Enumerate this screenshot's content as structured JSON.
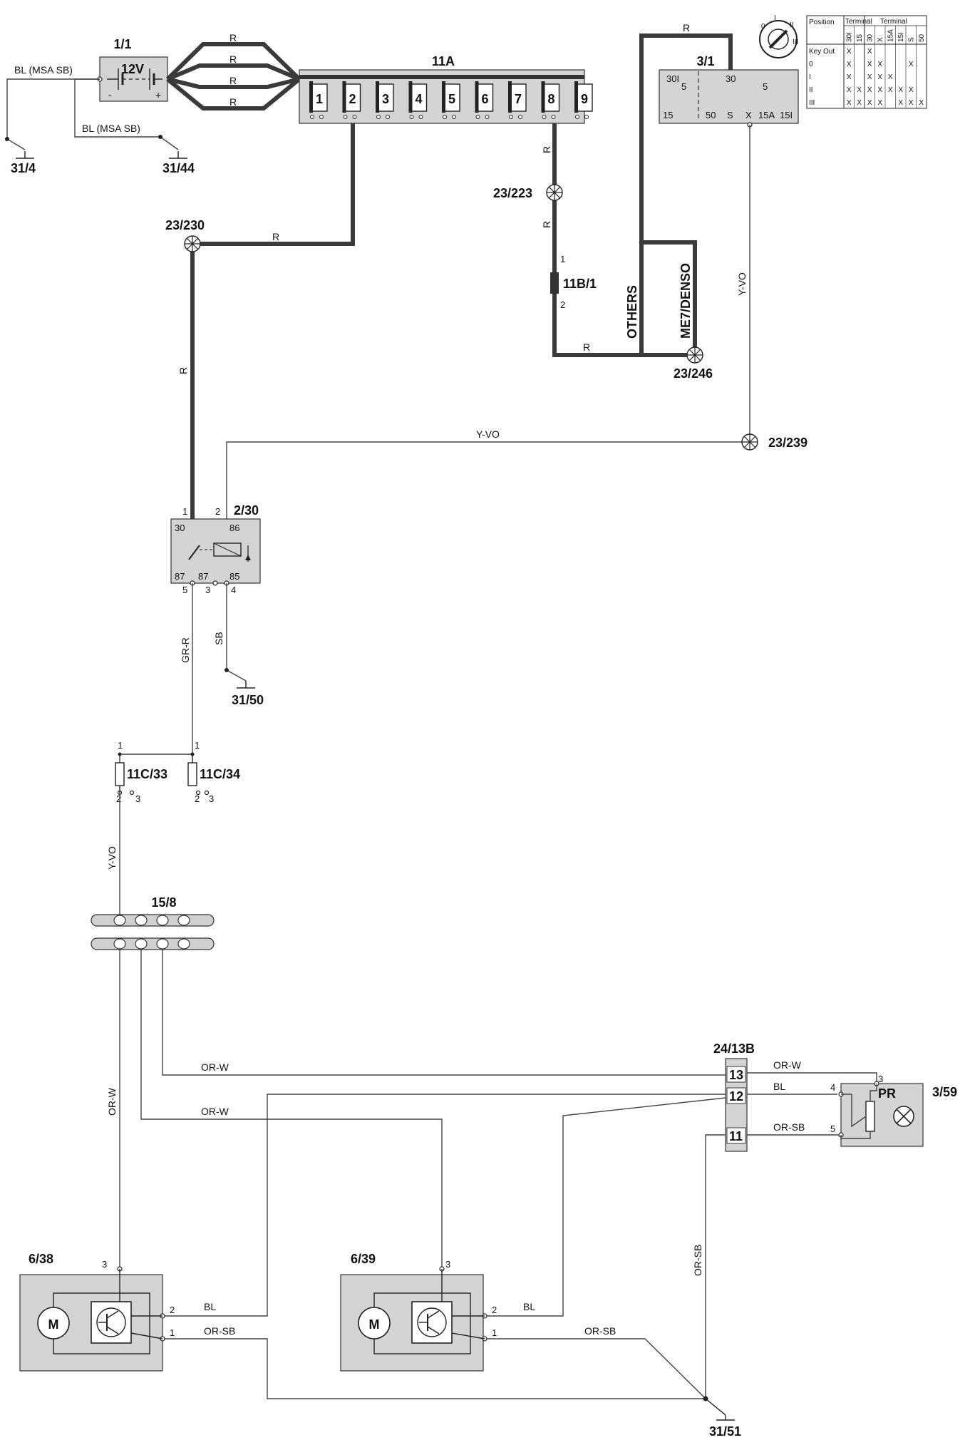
{
  "components": {
    "battery": {
      "id": "1/1",
      "voltage": "12V",
      "minus": "-",
      "plus": "+"
    },
    "fuse_box_11a": {
      "id": "11A",
      "fuses": [
        "1",
        "2",
        "3",
        "4",
        "5",
        "6",
        "7",
        "8",
        "9"
      ]
    },
    "ignition_switch": {
      "id": "3/1",
      "terminals_top": [
        "30I",
        "30"
      ],
      "terminals_bottom": [
        "15",
        "50",
        "S",
        "X",
        "15A",
        "15I"
      ],
      "inner_5": "5"
    },
    "relay": {
      "id": "2/30",
      "pins": {
        "p30": "30",
        "p86": "86",
        "p87a": "87",
        "p87b": "87",
        "p85": "85"
      },
      "pin_nums": [
        "1",
        "2",
        "5",
        "3",
        "4"
      ]
    },
    "fuse_11b1": {
      "id": "11B/1",
      "pin_top": "1",
      "pin_bottom": "2"
    },
    "fuse_11c33": {
      "id": "11C/33"
    },
    "fuse_11c34": {
      "id": "11C/34"
    },
    "connector_15_8": {
      "id": "15/8"
    },
    "connector_24_13b": {
      "id": "24/13B",
      "pins": [
        "13",
        "12",
        "11"
      ]
    },
    "sensor_3_59": {
      "id": "3/59",
      "label": "PR",
      "pins": [
        "3",
        "4",
        "5"
      ]
    },
    "fan_6_38": {
      "id": "6/38",
      "motor": "M",
      "pins": [
        "3",
        "2",
        "1"
      ]
    },
    "fan_6_39": {
      "id": "6/39",
      "motor": "M",
      "pins": [
        "3",
        "2",
        "1"
      ]
    }
  },
  "grounds": [
    "31/4",
    "31/44",
    "31/50",
    "31/51"
  ],
  "splices": [
    "23/230",
    "23/223",
    "23/246",
    "23/239"
  ],
  "wire_labels": {
    "bl_msa_sb": "BL (MSA SB)",
    "r": "R",
    "y_vo": "Y-VO",
    "gr_r": "GR-R",
    "sb": "SB",
    "or_w": "OR-W",
    "bl": "BL",
    "or_sb": "OR-SB",
    "others": "OTHERS",
    "me7_denso": "ME7/DENSO"
  },
  "key_table": {
    "header_position": "Position",
    "header_terminal": "Terminal",
    "cols_left": [
      "30I",
      "15"
    ],
    "cols_right": [
      "30",
      "X",
      "15A",
      "15I",
      "S",
      "50"
    ],
    "rows": [
      {
        "pos": "Key Out",
        "left": [
          "X",
          ""
        ],
        "right": [
          "X",
          "",
          "",
          "",
          "",
          ""
        ]
      },
      {
        "pos": "0",
        "left": [
          "X",
          ""
        ],
        "right": [
          "X",
          "X",
          "",
          "",
          "X",
          ""
        ]
      },
      {
        "pos": "I",
        "left": [
          "X",
          ""
        ],
        "right": [
          "X",
          "X",
          "X",
          "",
          "",
          ""
        ]
      },
      {
        "pos": "II",
        "left": [
          "X",
          "X"
        ],
        "right": [
          "X",
          "X",
          "X",
          "X",
          "X",
          ""
        ]
      },
      {
        "pos": "III",
        "left": [
          "X",
          "X"
        ],
        "right": [
          "X",
          "X",
          "",
          "X",
          "X",
          "X"
        ]
      }
    ]
  },
  "lock_icon_labels": [
    "0",
    "I",
    "II",
    "III"
  ]
}
